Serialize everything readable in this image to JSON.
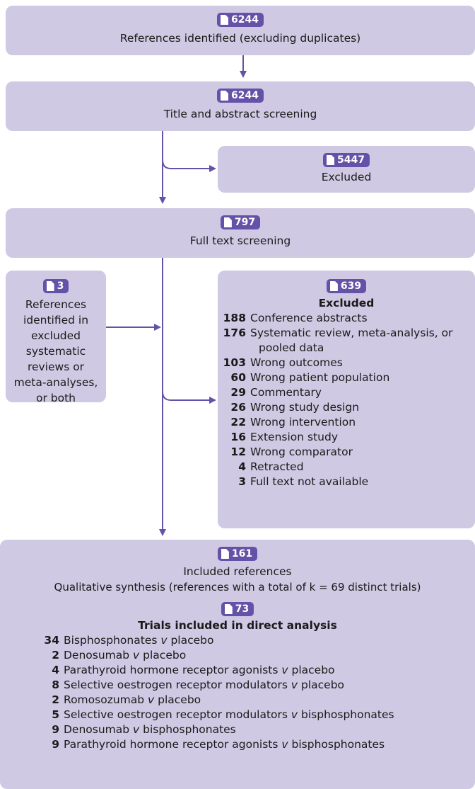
{
  "boxes": {
    "identified": {
      "count": "6244",
      "label": "References identified (excluding duplicates)"
    },
    "screening": {
      "count": "6244",
      "label": "Title and abstract screening"
    },
    "excluded1": {
      "count": "5447",
      "label": "Excluded"
    },
    "fulltext": {
      "count": "797",
      "label": "Full text screening"
    },
    "additional": {
      "count": "3",
      "label_lines": [
        "References",
        "identified in",
        "excluded",
        "systematic",
        "reviews or",
        "meta-analyses,",
        "or both"
      ]
    },
    "excluded2": {
      "count": "639",
      "title": "Excluded",
      "items": [
        {
          "n": "188",
          "label": "Conference abstracts"
        },
        {
          "n": "176",
          "label": "Systematic review, meta-analysis, or",
          "label2": "pooled data"
        },
        {
          "n": "103",
          "label": "Wrong outcomes"
        },
        {
          "n": "60",
          "label": "Wrong patient population"
        },
        {
          "n": "29",
          "label": "Commentary"
        },
        {
          "n": "26",
          "label": "Wrong study design"
        },
        {
          "n": "22",
          "label": "Wrong intervention"
        },
        {
          "n": "16",
          "label": "Extension study"
        },
        {
          "n": "12",
          "label": "Wrong comparator"
        },
        {
          "n": "4",
          "label": "Retracted"
        },
        {
          "n": "3",
          "label": "Full text not available"
        }
      ]
    },
    "included": {
      "count": "161",
      "label": "Included references",
      "sublabel": "Qualitative synthesis (references with a total of k = 69 distinct trials)",
      "trials_count": "73",
      "trials_title": "Trials included in direct analysis",
      "trials": [
        {
          "n": "34",
          "a": "Bisphosphonates ",
          "v": "v",
          "b": " placebo"
        },
        {
          "n": "2",
          "a": "Denosumab ",
          "v": "v",
          "b": " placebo"
        },
        {
          "n": "4",
          "a": "Parathyroid hormone receptor agonists ",
          "v": "v",
          "b": " placebo"
        },
        {
          "n": "8",
          "a": "Selective oestrogen receptor modulators ",
          "v": "v",
          "b": " placebo"
        },
        {
          "n": "2",
          "a": "Romosozumab ",
          "v": "v",
          "b": " placebo"
        },
        {
          "n": "5",
          "a": "Selective oestrogen receptor modulators ",
          "v": "v",
          "b": " bisphosphonates"
        },
        {
          "n": "9",
          "a": "Denosumab ",
          "v": "v",
          "b": " bisphosphonates"
        },
        {
          "n": "9",
          "a": "Parathyroid hormone receptor agonists ",
          "v": "v",
          "b": " bisphosphonates"
        }
      ]
    }
  },
  "colors": {
    "box": "#cfc9e3",
    "accent": "#6452a8"
  }
}
